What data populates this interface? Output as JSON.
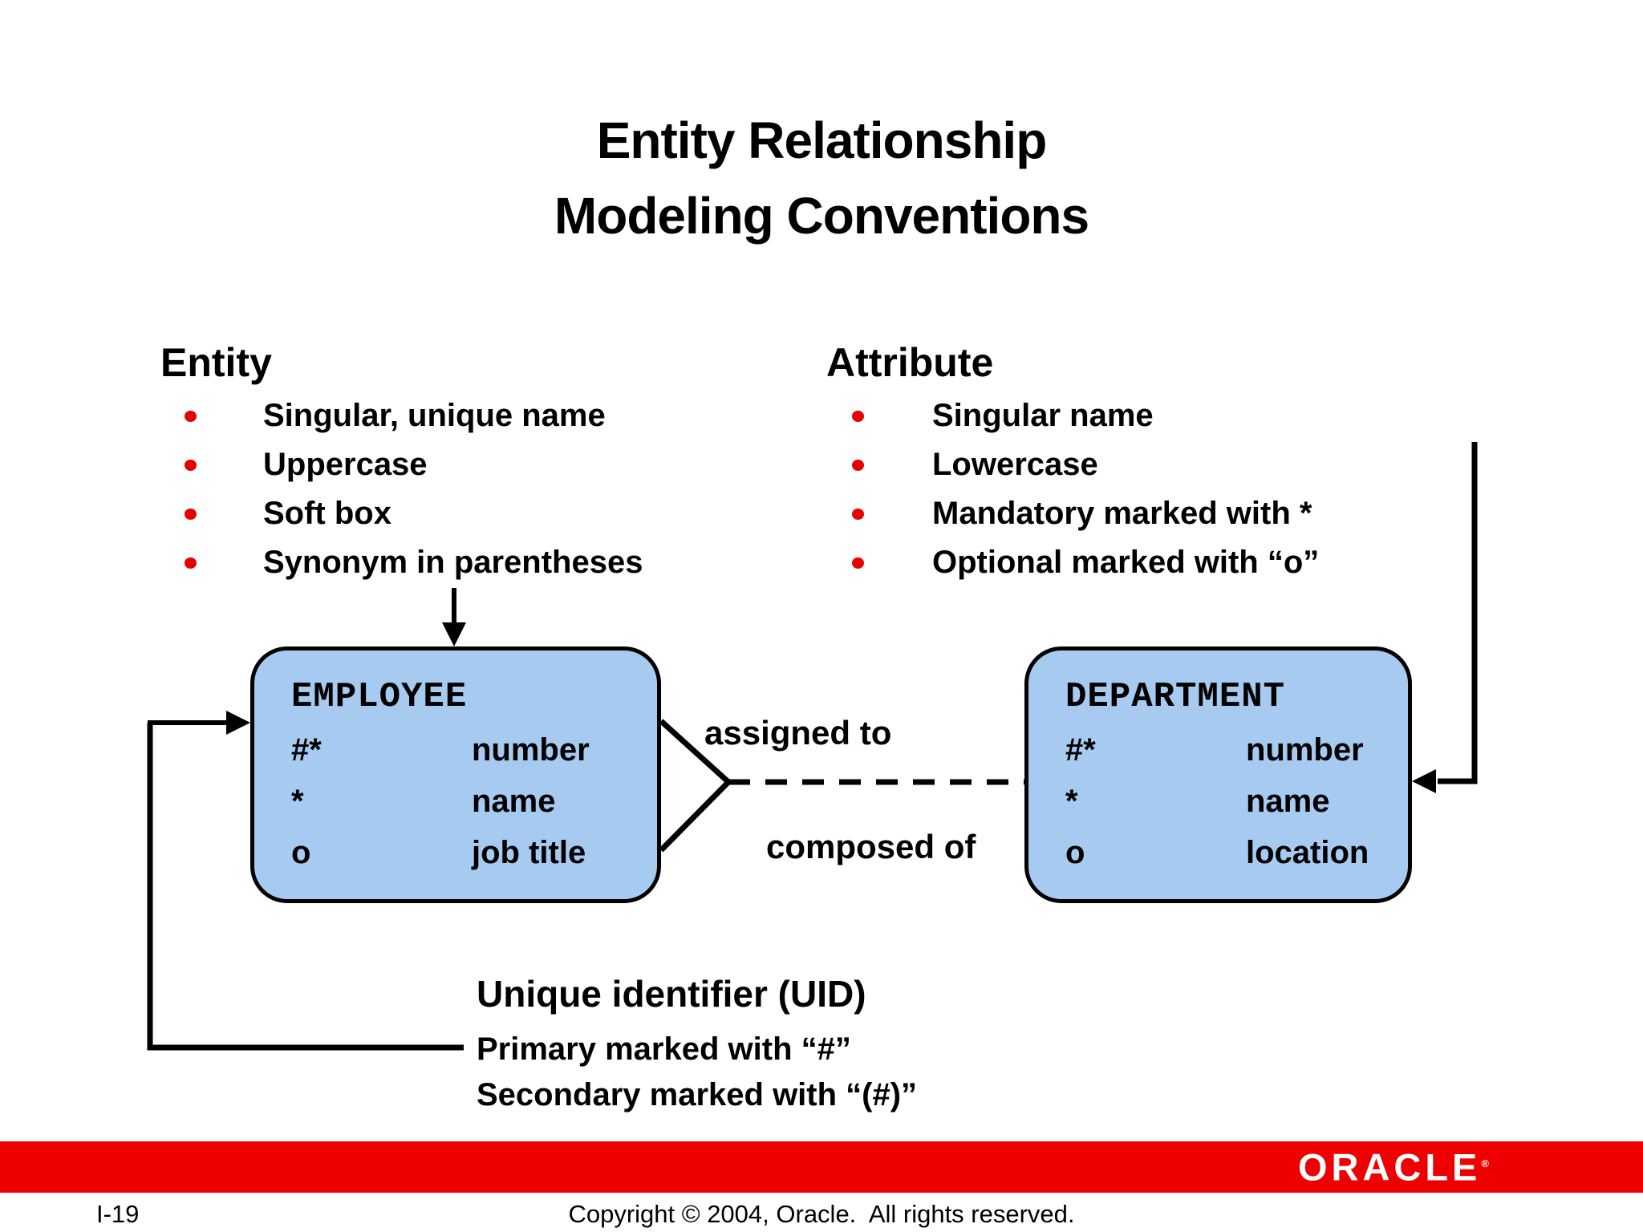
{
  "title": {
    "line1": "Entity Relationship",
    "line2": "Modeling Conventions"
  },
  "entity_section": {
    "heading": "Entity",
    "bullets": [
      "Singular, unique name",
      "Uppercase",
      "Soft box",
      "Synonym in parentheses"
    ]
  },
  "attribute_section": {
    "heading": "Attribute",
    "bullets": [
      "Singular name",
      "Lowercase",
      "Mandatory marked with *",
      "Optional marked with “o”"
    ]
  },
  "diagram": {
    "employee": {
      "name": "EMPLOYEE",
      "rows": [
        {
          "marker": "#*",
          "attr": "number"
        },
        {
          "marker": "*",
          "attr": "name"
        },
        {
          "marker": "o",
          "attr": "job title"
        }
      ]
    },
    "department": {
      "name": "DEPARTMENT",
      "rows": [
        {
          "marker": "#*",
          "attr": "number"
        },
        {
          "marker": "*",
          "attr": "name"
        },
        {
          "marker": "o",
          "attr": "location"
        }
      ]
    },
    "relationship": {
      "label_top": "assigned to",
      "label_bottom": "composed of"
    }
  },
  "uid_section": {
    "heading": "Unique identifier (UID)",
    "line1": "Primary marked with “#”",
    "line2": "Secondary marked with “(#)”"
  },
  "footer": {
    "page_number": "I-19",
    "copyright": "Copyright © 2004, Oracle.  All rights reserved.",
    "logo_text": "ORACLE",
    "registered_mark": "®"
  },
  "colors": {
    "entity_box_fill": "#A6CAF0",
    "outline": "#000000",
    "accent_red": "#EE0000",
    "footer_bar_red": "#EF0000",
    "bullet_red": "#E80000",
    "logo_white": "#FFFFFF"
  }
}
